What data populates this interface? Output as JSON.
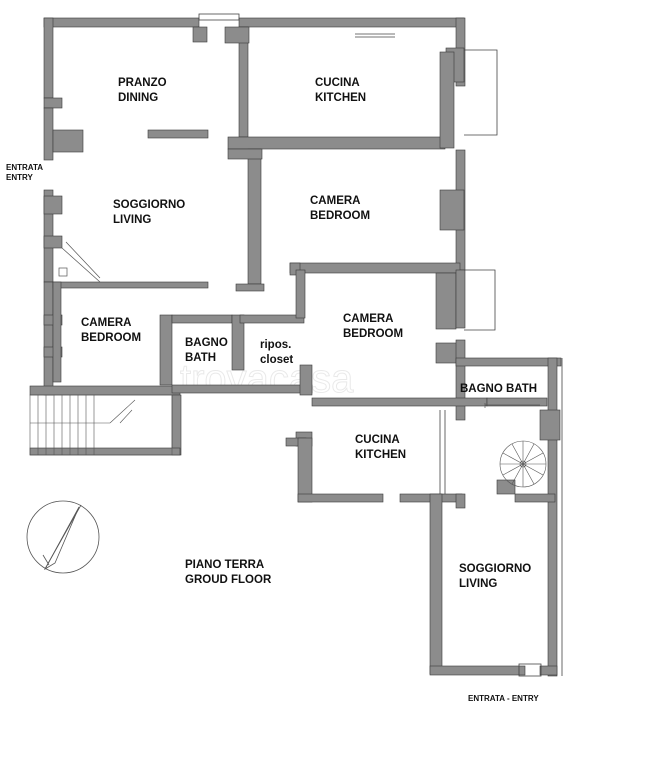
{
  "colors": {
    "wall_fill": "#8c8c8c",
    "wall_stroke": "#3a3a3a",
    "line": "#444444",
    "background": "#ffffff",
    "text": "#111111"
  },
  "icons": {
    "compass": "compass-icon",
    "spiral_stair": "spiral-staircase-icon",
    "straight_stair": "staircase-icon"
  },
  "labels": {
    "pranzo": [
      "PRANZO",
      "DINING"
    ],
    "cucina_top": [
      "CUCINA",
      "KITCHEN"
    ],
    "soggiorno_left": [
      "SOGGIORNO",
      "LIVING"
    ],
    "camera_center": [
      "CAMERA",
      "BEDROOM"
    ],
    "camera_left": [
      "CAMERA",
      "BEDROOM"
    ],
    "bagno_left": [
      "BAGNO",
      "BATH"
    ],
    "ripos": [
      "ripos.",
      "closet"
    ],
    "camera_right": [
      "CAMERA",
      "BEDROOM"
    ],
    "bagno_right": "BAGNO BATH",
    "cucina_bottom": [
      "CUCINA",
      "KITCHEN"
    ],
    "soggiorno_right": [
      "SOGGIORNO",
      "LIVING"
    ],
    "floor": [
      "PIANO TERRA",
      "GROUD FLOOR"
    ],
    "entrata_left": [
      "ENTRATA",
      "ENTRY"
    ],
    "entrata_bottom": "ENTRATA - ENTRY"
  },
  "watermark": "trovacasa"
}
